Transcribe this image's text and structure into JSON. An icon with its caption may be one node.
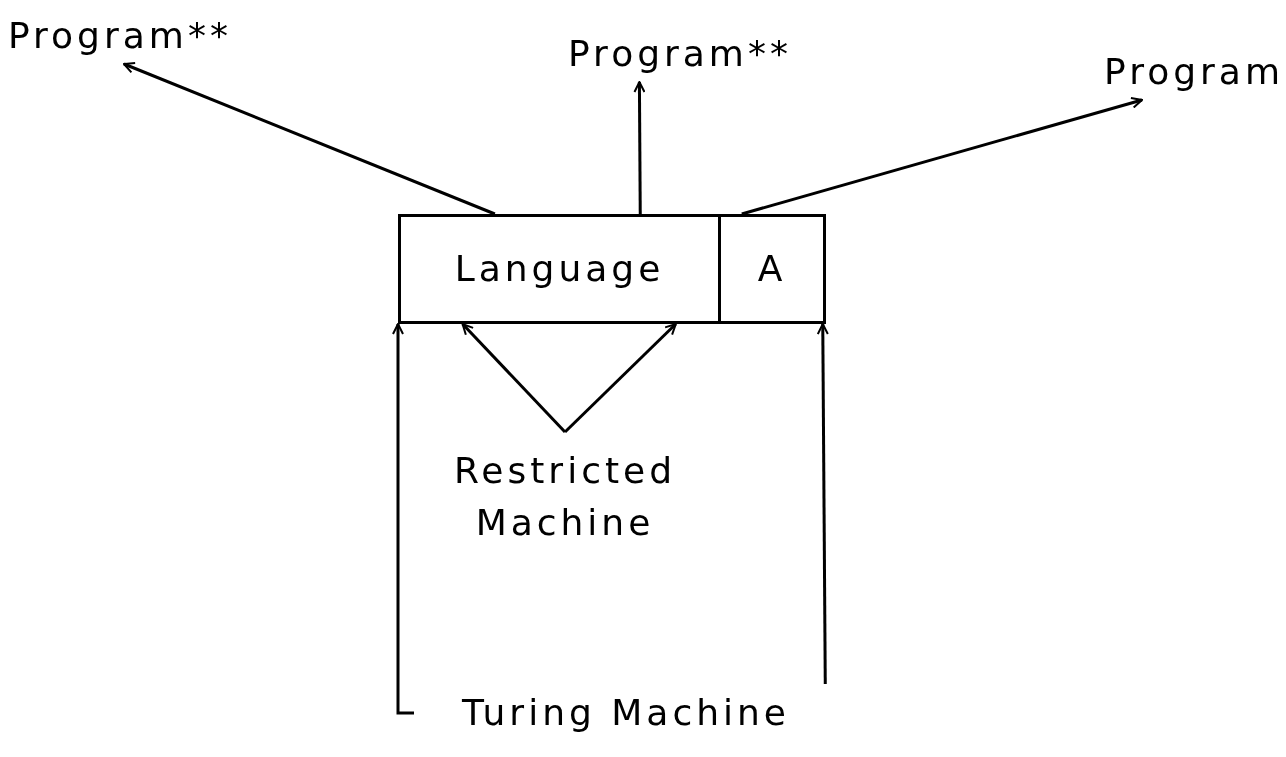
{
  "diagram": {
    "nodes": [
      {
        "text": [
          "Program**"
        ]
      },
      {
        "text": [
          "Program**"
        ]
      },
      {
        "text": [
          "Program"
        ]
      },
      {
        "text": [
          "Language"
        ]
      },
      {
        "text": [
          "A"
        ]
      },
      {
        "text": [
          "Restricted Machine"
        ]
      },
      {
        "text": [
          "Turing Machine"
        ]
      }
    ],
    "edges": [
      {
        "from": 3,
        "to": 0,
        "arrow": "to"
      },
      {
        "from": 3,
        "to": 1,
        "arrow": "to"
      },
      {
        "from": 4,
        "to": 2,
        "arrow": "to"
      },
      {
        "from": 5,
        "to": 3,
        "arrow": "to"
      },
      {
        "from": 5,
        "to": 3,
        "arrow": "to"
      },
      {
        "from": 6,
        "to": 3,
        "arrow": "to"
      },
      {
        "from": 6,
        "to": 4,
        "arrow": "to"
      }
    ]
  }
}
